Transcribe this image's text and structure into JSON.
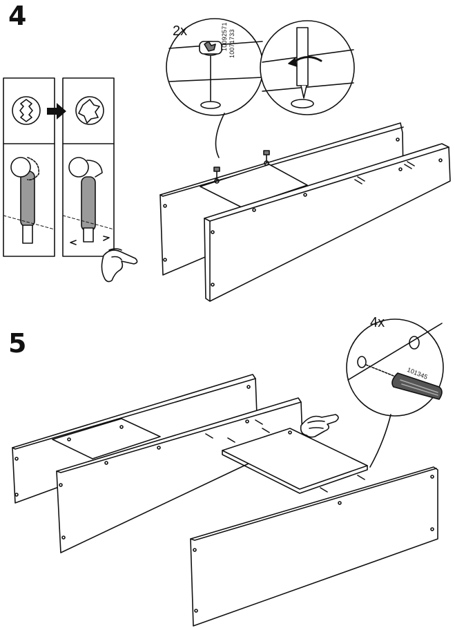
{
  "steps": [
    {
      "number": "4",
      "cam_count": "2x",
      "part_numbers": [
        "10092571",
        "10071733"
      ]
    },
    {
      "number": "5",
      "dowel_count": "4x",
      "part_number": "101345"
    }
  ],
  "colors": {
    "line": "#111111",
    "fill": "#ffffff",
    "shade": "#9a9a9a",
    "dark": "#555555"
  }
}
